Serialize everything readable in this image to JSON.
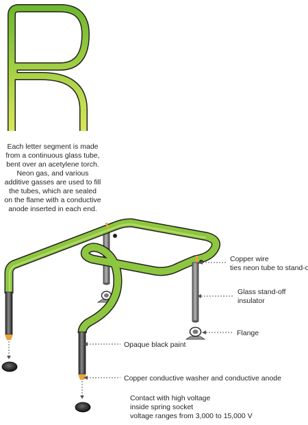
{
  "intro_text": [
    "Each letter segment is made",
    "from a continuous glass tube,",
    "bent over an acetylene torch.",
    "Neon gas, and various",
    "additive gasses are used to fill",
    "the tubes, which are sealed",
    "on the flame with a conductive",
    "anode inserted in each end."
  ],
  "labels": {
    "copper_wire": [
      "Copper wire",
      "ties neon tube to stand-off"
    ],
    "standoff": [
      "Glass stand-off",
      "insulator"
    ],
    "flange": "Flange",
    "paint": "Opaque black paint",
    "washer": "Copper conductive washer and conductive anode",
    "contact": [
      "Contact with high voltage",
      "inside spring socket",
      "voltage ranges from 3,000 to 15,000 V"
    ]
  },
  "colors": {
    "tube_green": "#8dc63f",
    "tube_outline": "#231f20",
    "glass_gray": "#8a8a8a",
    "copper": "#e8a33c",
    "leader": "#555555"
  }
}
